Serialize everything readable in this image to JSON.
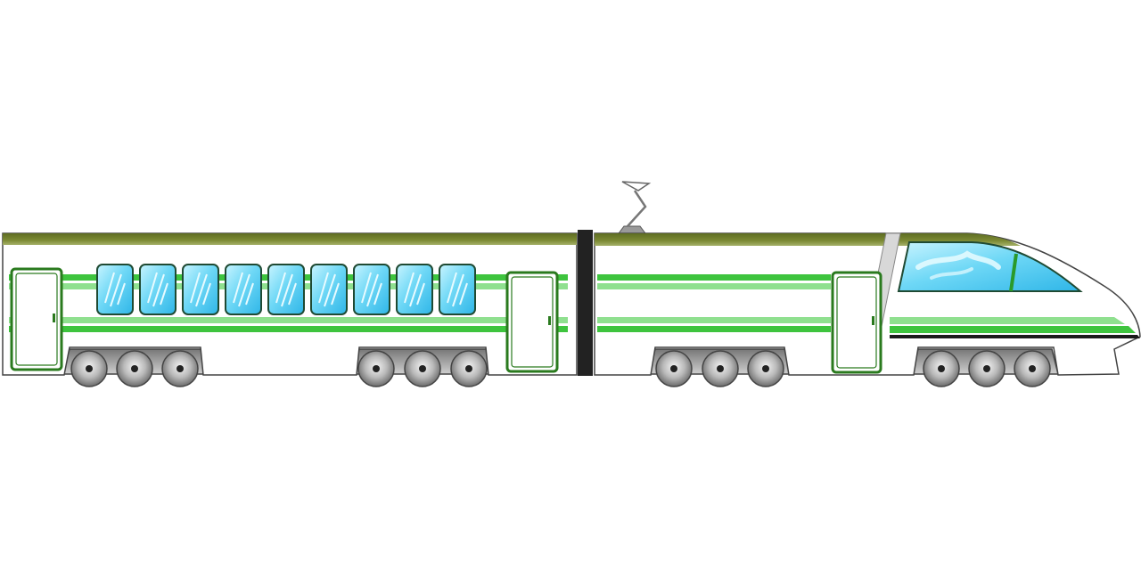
{
  "illustration": {
    "subject": "high-speed-electric-train",
    "colors": {
      "background": "#ffffff",
      "body": "#ffffff",
      "outline": "#333333",
      "roof": "#6f7f2a",
      "stripe_dark": "#3ec43e",
      "stripe_light": "#8fe08f",
      "door": "#2a7a1e",
      "window_glass": "#3fc8f2",
      "window_frame": "#1f4a33",
      "wheel": "#9a9a9a",
      "coupler": "#222222",
      "pantograph": "#888888"
    },
    "cars": [
      {
        "name": "passenger-car",
        "windows": 9,
        "doors": 2,
        "wheels": 6
      },
      {
        "name": "locomotive",
        "windows": 1,
        "doors": 1,
        "wheels": 6
      }
    ]
  }
}
